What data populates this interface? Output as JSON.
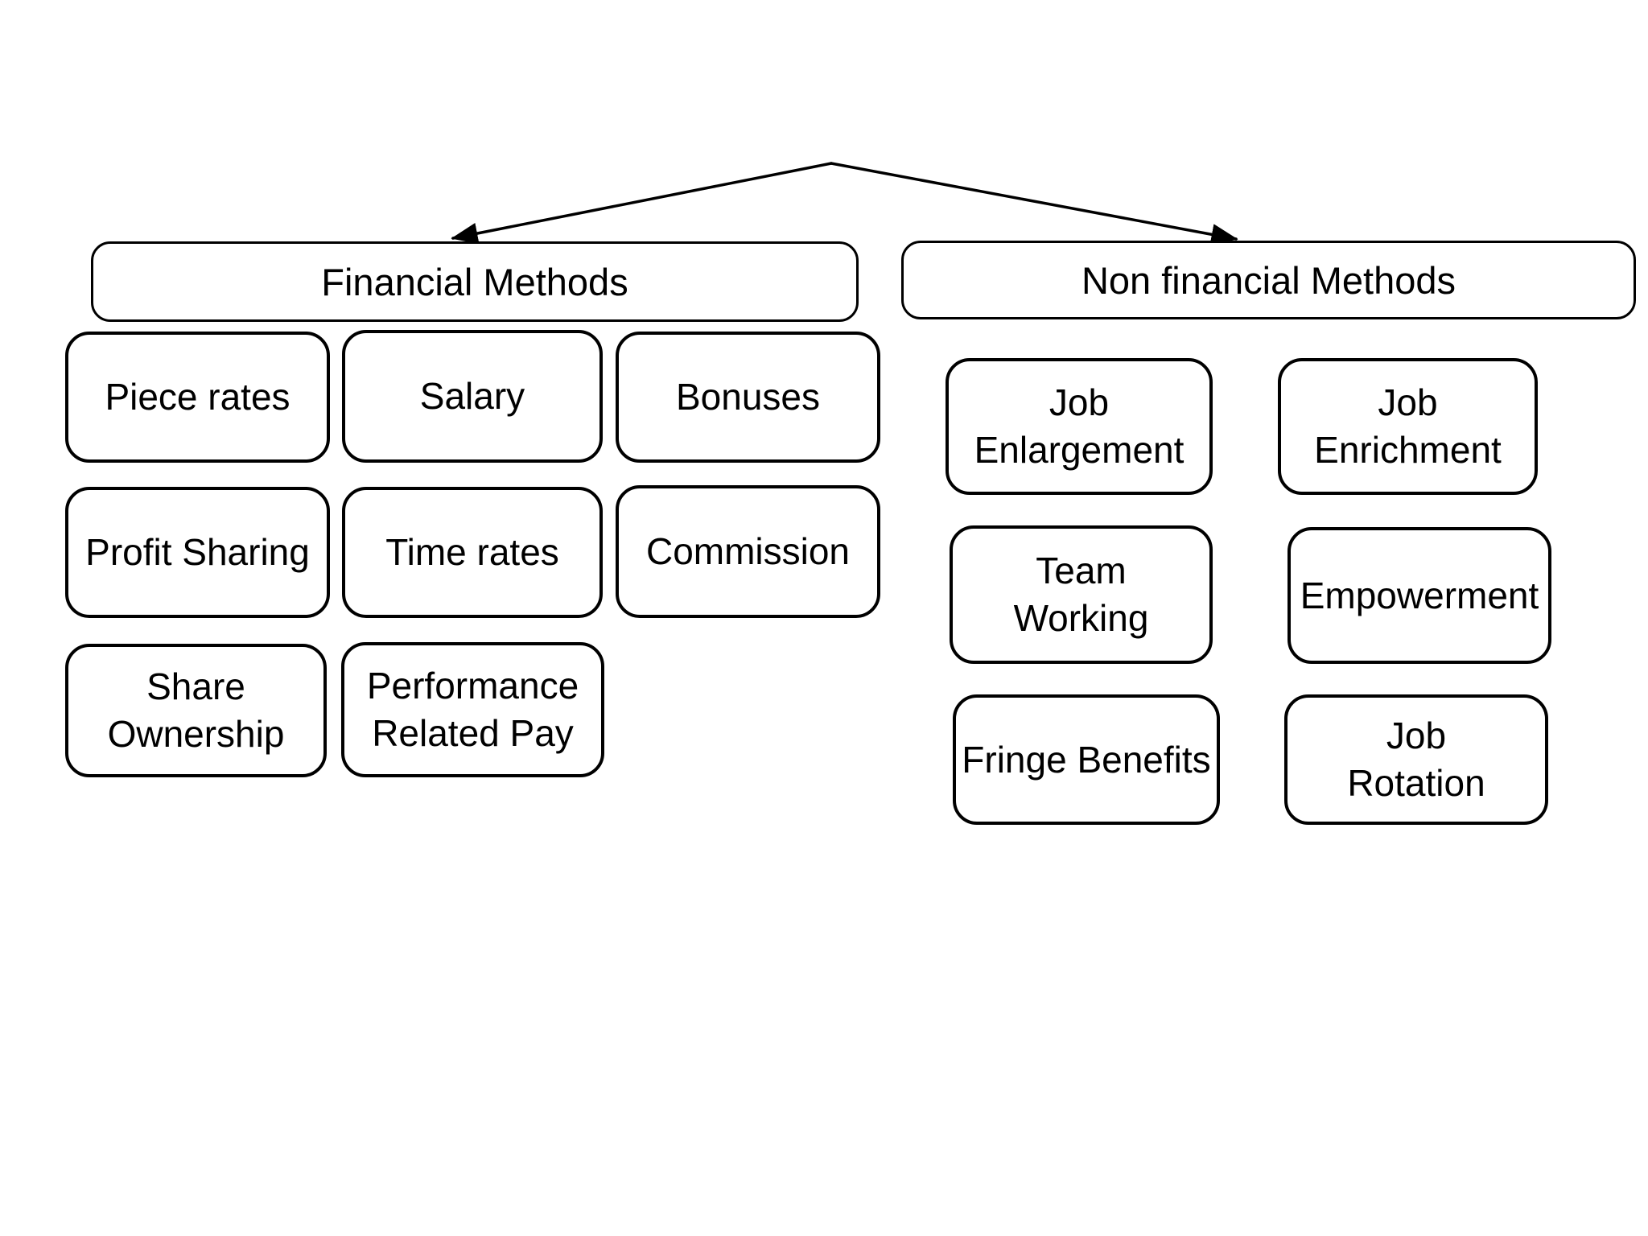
{
  "colors": {
    "background": "#ffffff",
    "line": "#000000",
    "box_border": "#000000",
    "text": "#000000"
  },
  "financial": {
    "header": "Financial Methods",
    "items": [
      {
        "label": "Piece rates"
      },
      {
        "label": "Salary"
      },
      {
        "label": "Bonuses"
      },
      {
        "label": "Profit Sharing"
      },
      {
        "label": "Time rates"
      },
      {
        "label": "Commission"
      },
      {
        "label": [
          "Share",
          "Ownership"
        ]
      },
      {
        "label": [
          "Performance",
          "Related Pay"
        ]
      }
    ]
  },
  "non_financial": {
    "header": "Non financial Methods",
    "items": [
      {
        "label": [
          "Job",
          "Enlargement"
        ]
      },
      {
        "label": [
          "Job",
          "Enrichment"
        ]
      },
      {
        "label": [
          "Team",
          "Working"
        ]
      },
      {
        "label": "Empowerment"
      },
      {
        "label": "Fringe Benefits"
      },
      {
        "label": [
          "Job",
          "Rotation"
        ]
      }
    ]
  }
}
